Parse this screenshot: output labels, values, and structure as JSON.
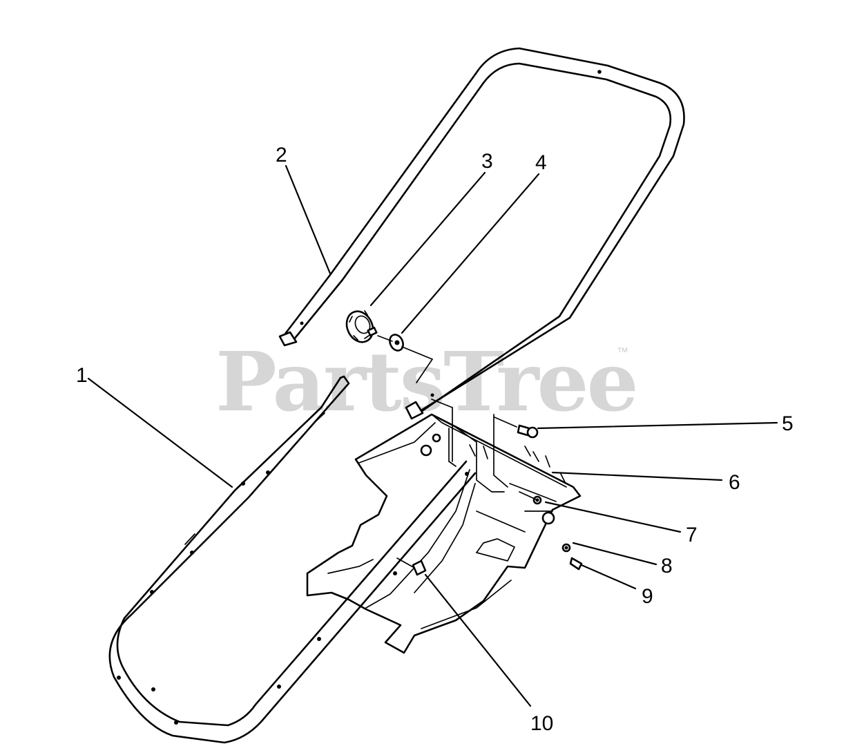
{
  "watermark": {
    "text": "PartsTree",
    "trademark": "™"
  },
  "callouts": [
    {
      "id": "1",
      "label": "1"
    },
    {
      "id": "2",
      "label": "2"
    },
    {
      "id": "3",
      "label": "3"
    },
    {
      "id": "4",
      "label": "4"
    },
    {
      "id": "5",
      "label": "5"
    },
    {
      "id": "6",
      "label": "6"
    },
    {
      "id": "7",
      "label": "7"
    },
    {
      "id": "8",
      "label": "8"
    },
    {
      "id": "9",
      "label": "9"
    },
    {
      "id": "10",
      "label": "10"
    }
  ]
}
